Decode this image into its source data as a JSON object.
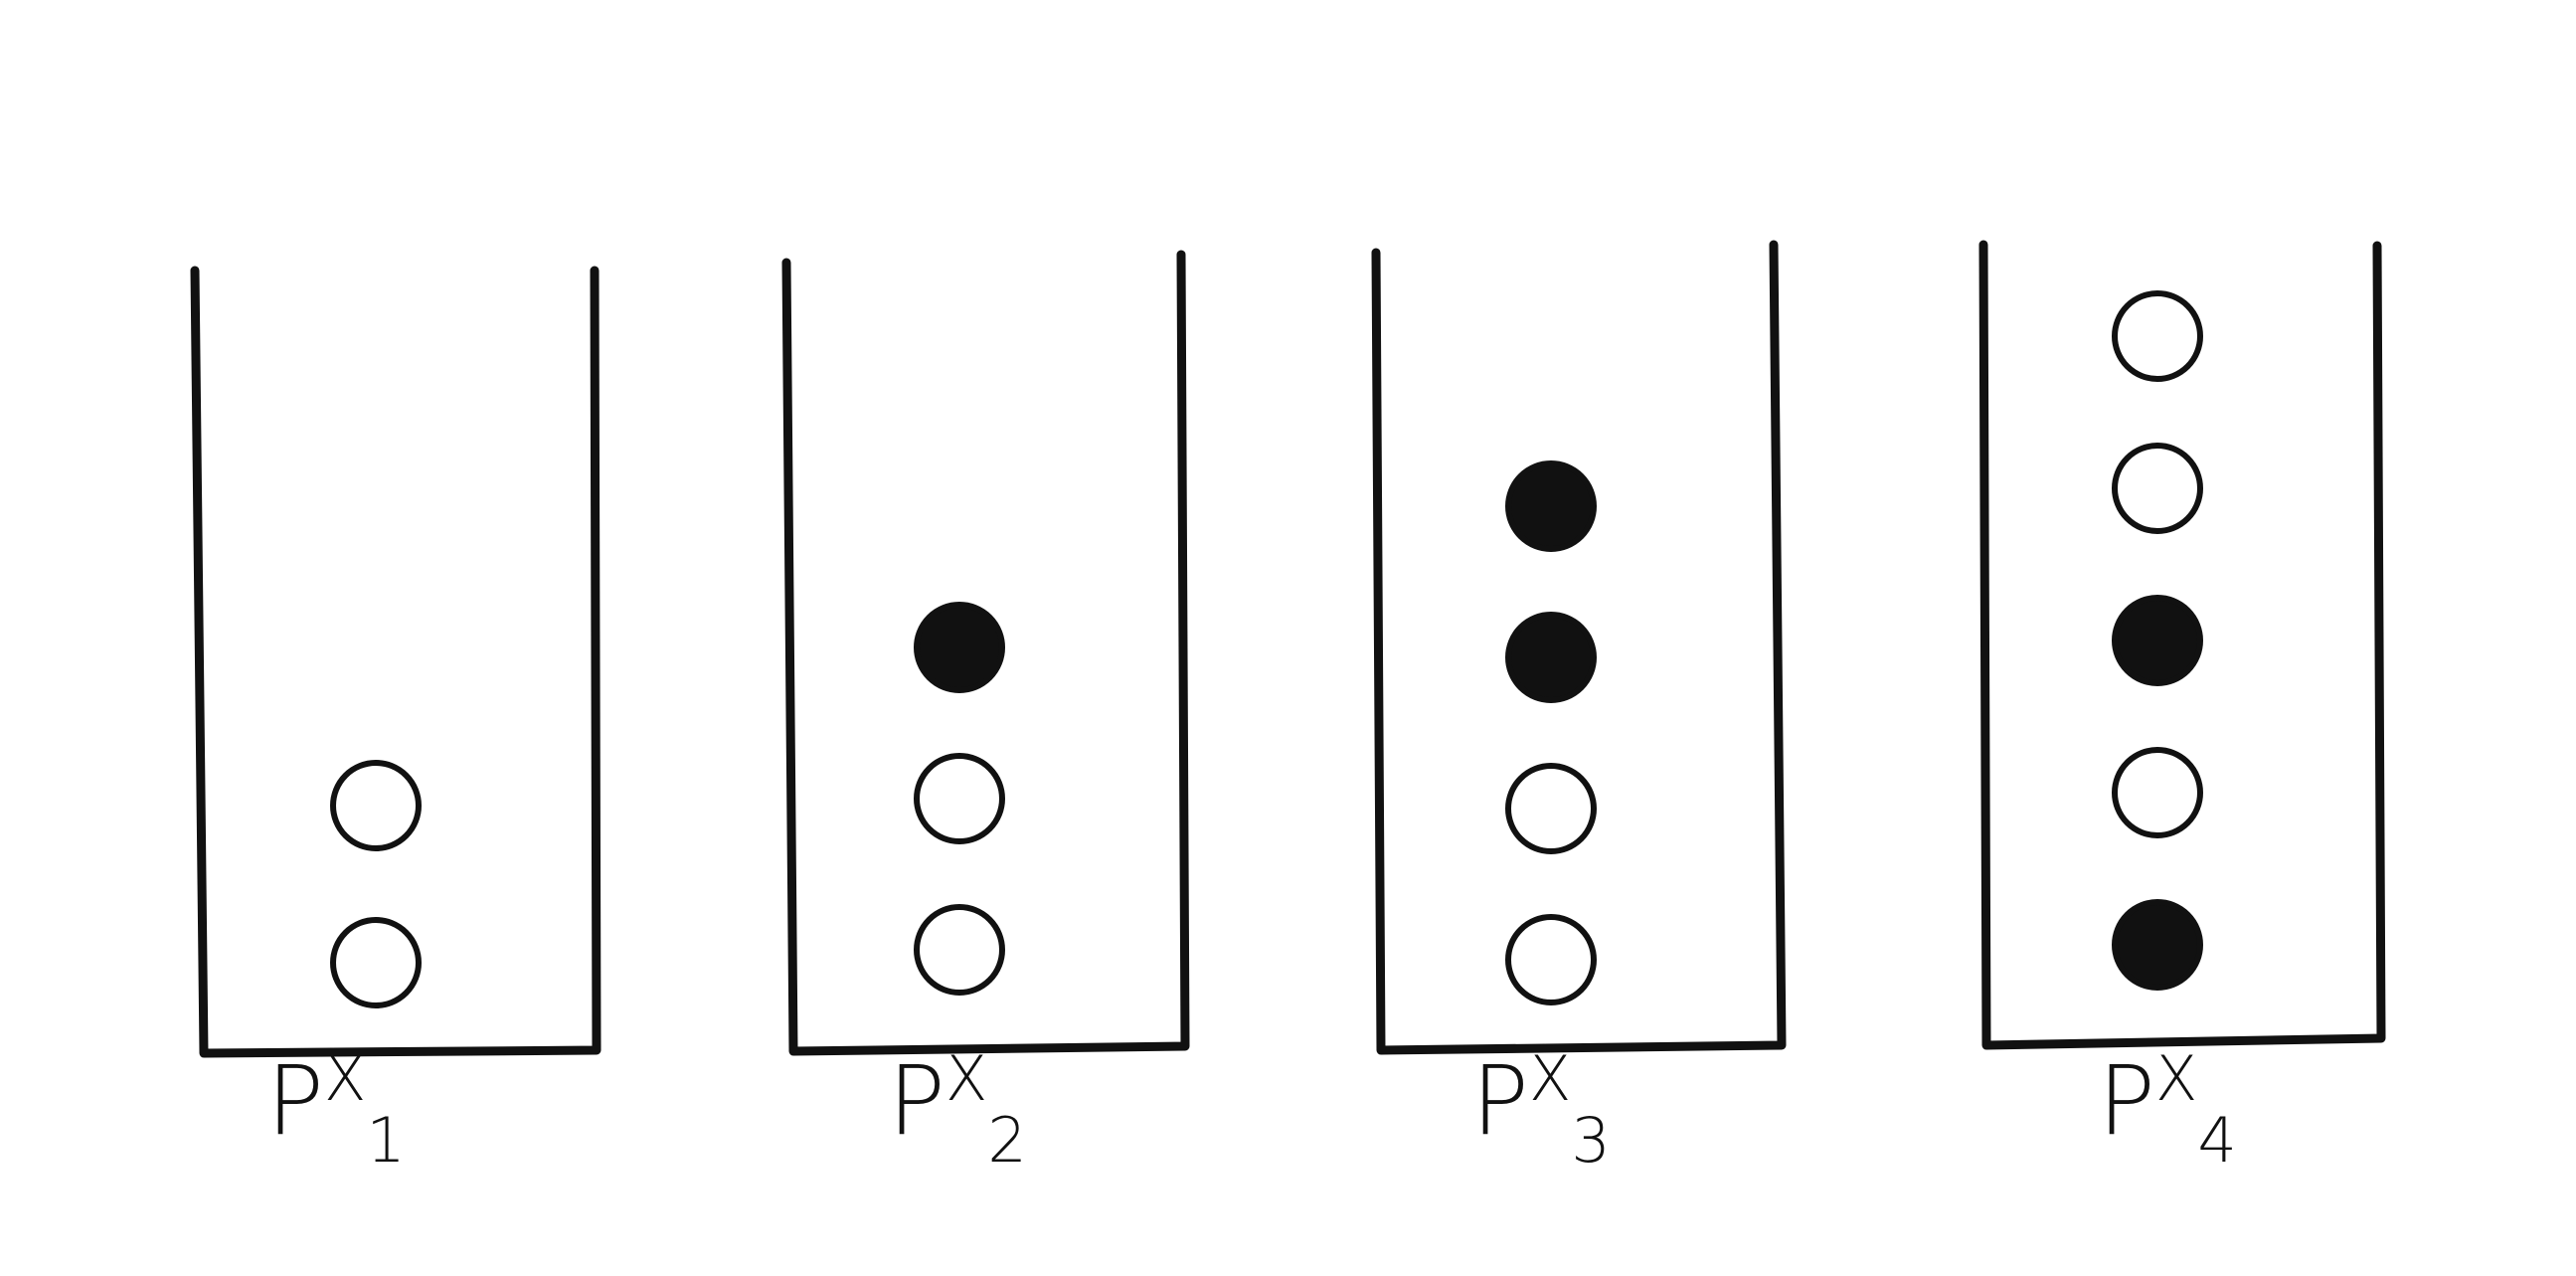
{
  "colors": {
    "ink": "#111111",
    "background": "#ffffff",
    "empty_fill": "#ffffff",
    "filled_fill": "#111111"
  },
  "containers": [
    {
      "id": "px1",
      "label": {
        "base": "P",
        "sup": "X",
        "sub": "1"
      },
      "balls": [
        "empty",
        "empty"
      ]
    },
    {
      "id": "px2",
      "label": {
        "base": "P",
        "sup": "X",
        "sub": "2"
      },
      "balls": [
        "empty",
        "empty",
        "filled"
      ]
    },
    {
      "id": "px3",
      "label": {
        "base": "P",
        "sup": "X",
        "sub": "3"
      },
      "balls": [
        "empty",
        "empty",
        "filled",
        "filled"
      ]
    },
    {
      "id": "px4",
      "label": {
        "base": "P",
        "sup": "X",
        "sub": "4"
      },
      "balls": [
        "filled",
        "empty",
        "filled",
        "empty",
        "empty"
      ]
    }
  ]
}
